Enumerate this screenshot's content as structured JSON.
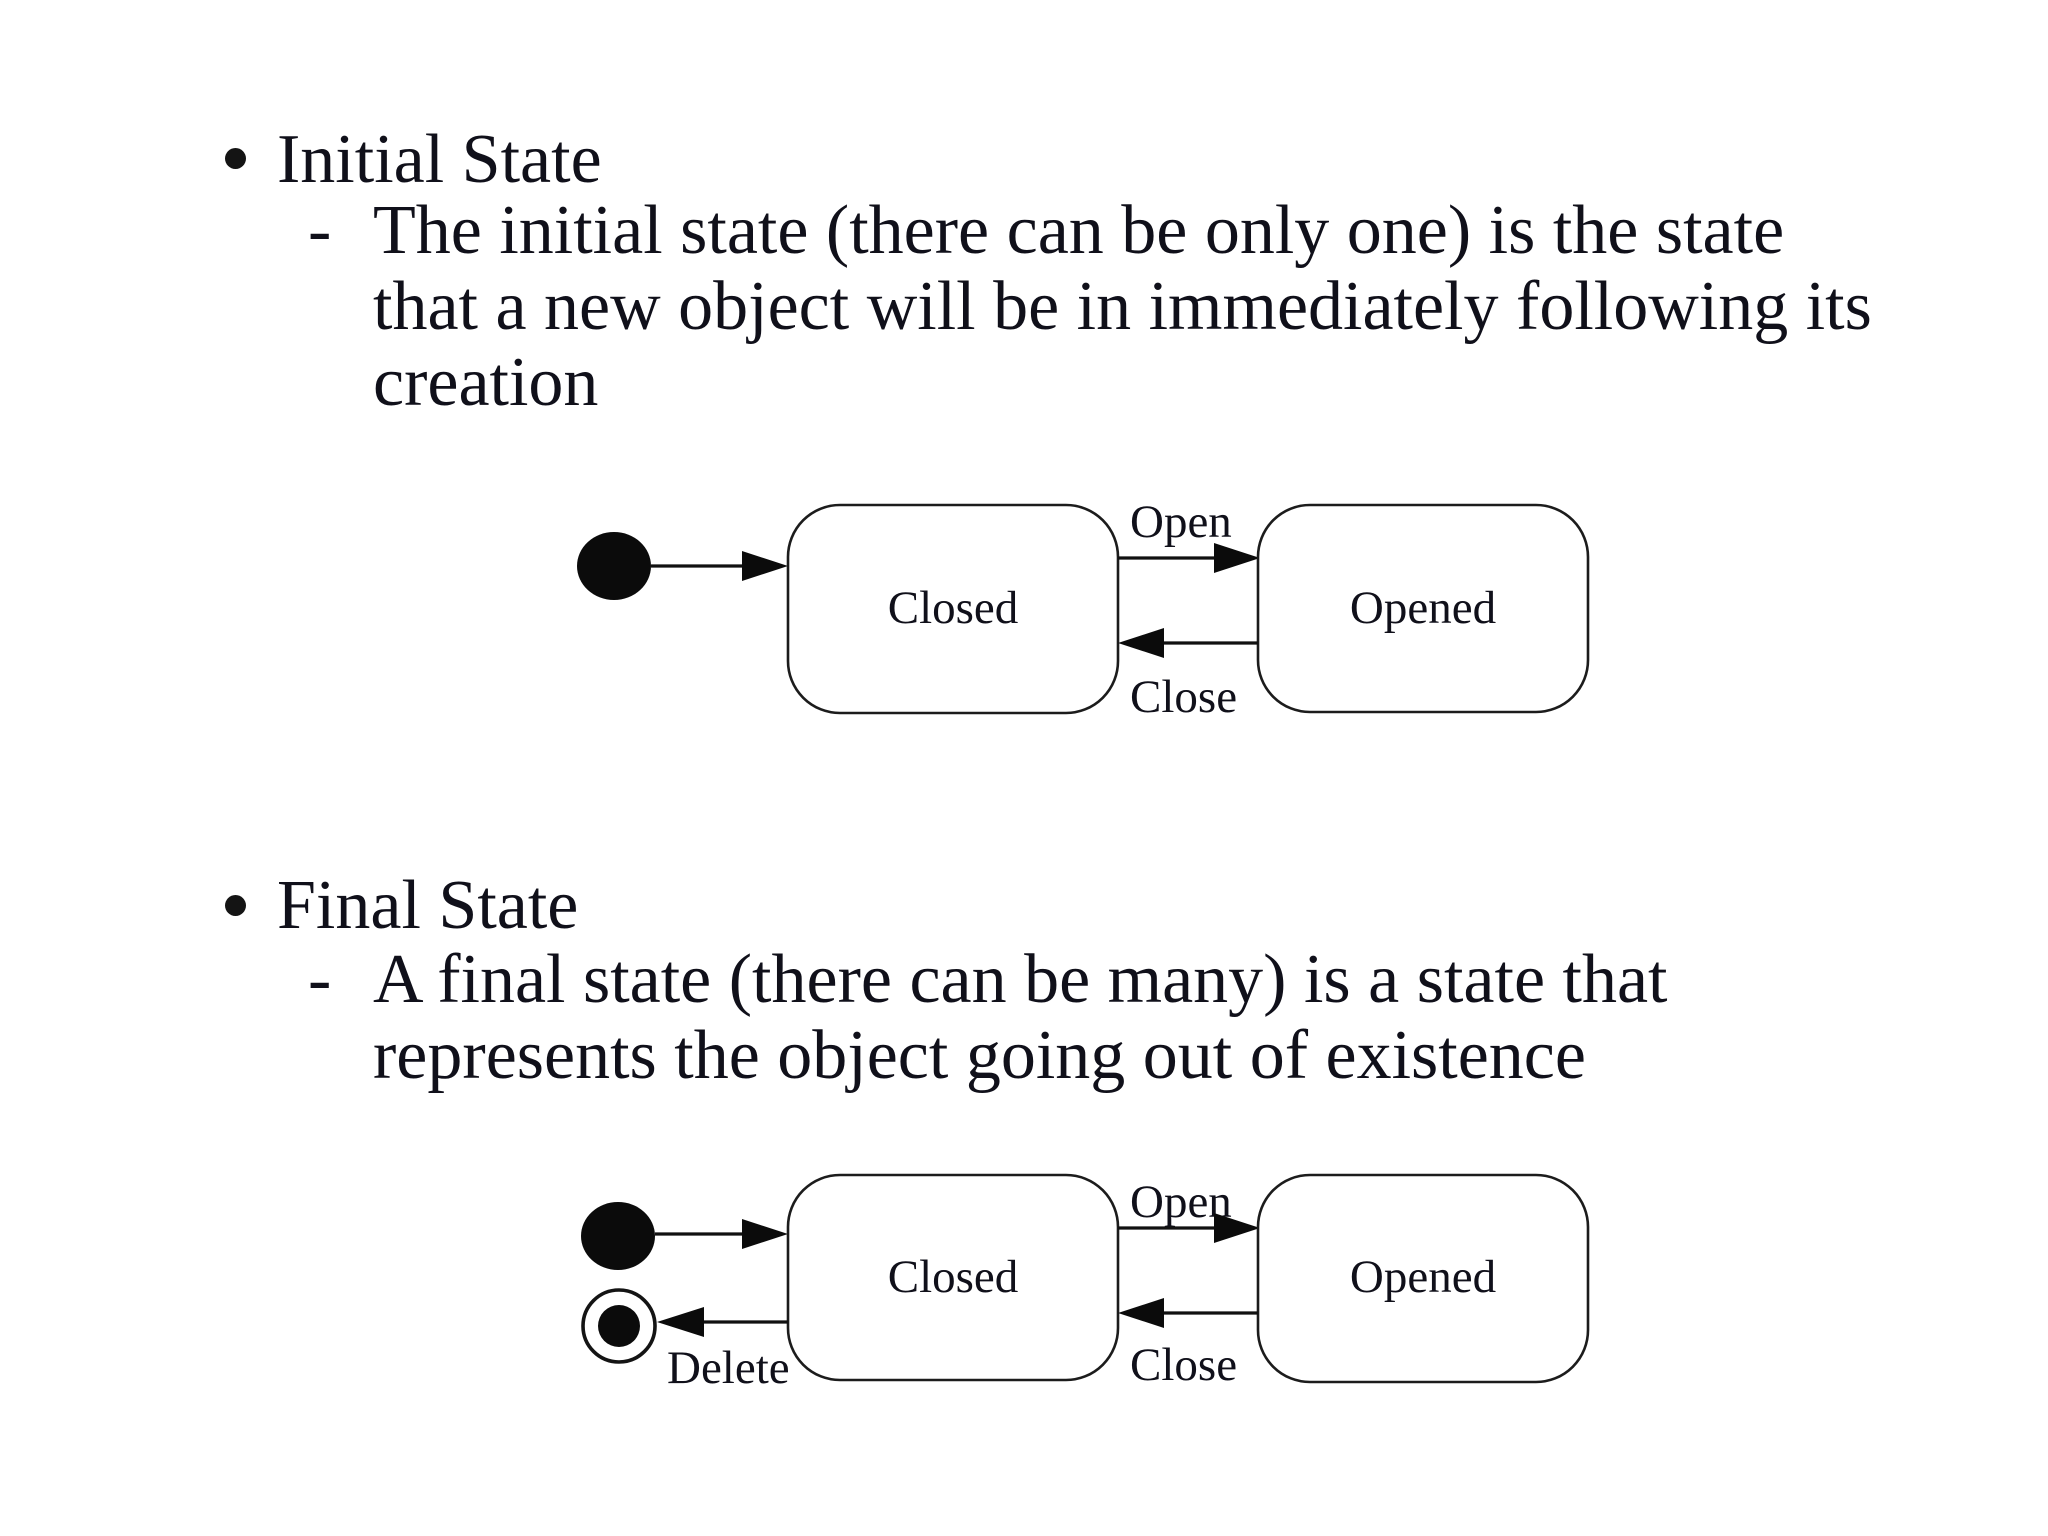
{
  "page": {
    "background": "#ffffff",
    "text_color": "#10101a"
  },
  "glyphs": {
    "bullet": "•",
    "dash": "-"
  },
  "sections": [
    {
      "heading": "Initial State",
      "body_lines": [
        "The initial state (there can be only one) is the state",
        "that a new object will be in immediately following its",
        "creation"
      ]
    },
    {
      "heading": "Final State",
      "body_lines": [
        "A final state (there can be many) is a state that",
        "represents the object going out of existence"
      ]
    }
  ],
  "diagrams": [
    {
      "name": "initial-state-example",
      "closed_label": "Closed",
      "opened_label": "Opened",
      "open_transition": "Open",
      "close_transition": "Close"
    },
    {
      "name": "final-state-example",
      "closed_label": "Closed",
      "opened_label": "Opened",
      "open_transition": "Open",
      "close_transition": "Close",
      "delete_transition": "Delete"
    }
  ]
}
